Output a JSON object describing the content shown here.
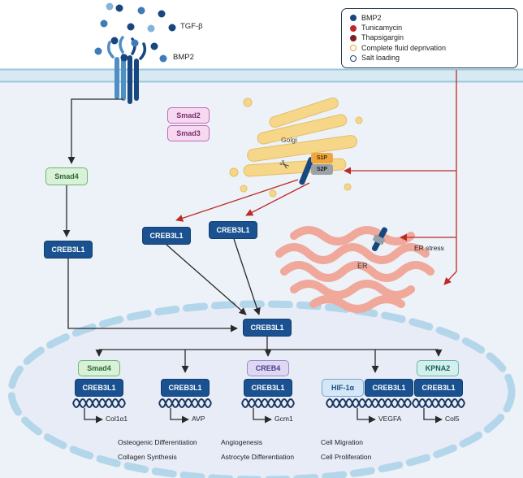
{
  "legend": {
    "items": [
      {
        "label": "BMP2",
        "type": "filled",
        "color": "#17477e"
      },
      {
        "label": "Tunicamycin",
        "type": "filled",
        "color": "#c2262b"
      },
      {
        "label": "Thapsigargin",
        "type": "filled",
        "color": "#7c211c"
      },
      {
        "label": "Complete fluid deprivation",
        "type": "open",
        "color": "#e2a33c"
      },
      {
        "label": "Salt loading",
        "type": "open",
        "color": "#17477e"
      }
    ]
  },
  "ligands": {
    "tgfb": "TGF-β",
    "bmp2": "BMP2"
  },
  "organelles": {
    "golgi": "Golgi",
    "er": "ER",
    "er_stress": "ER stress",
    "s1p": "S1P",
    "s2p": "S2P"
  },
  "proteins": {
    "smad2": "Smad2",
    "smad3": "Smad3",
    "smad4": "Smad4",
    "creb3l1": "CREB3L1"
  },
  "nucleus": {
    "central": "CREB3L1",
    "complexes": [
      {
        "partner": "Smad4",
        "tf": "CREB3L1",
        "gene": "Col1α1"
      },
      {
        "partner": "",
        "tf": "CREB3L1",
        "gene": "AVP"
      },
      {
        "partner": "CREB4",
        "tf": "CREB3L1",
        "gene": "Gcm1"
      },
      {
        "partner": "HIF-1α",
        "tf": "CREB3L1",
        "gene": "VEGFA"
      },
      {
        "partner": "KPNA2",
        "tf": "CREB3L1",
        "gene": "Col5"
      }
    ],
    "outcomes": [
      {
        "line1": "Osteogenic Differentiation",
        "line2": "Collagen Synthesis"
      },
      {
        "line1": "Angiogenesis",
        "line2": "Astrocyte Differentiation"
      },
      {
        "line1": "Cell Migration",
        "line2": "Cell Proliferation"
      }
    ]
  },
  "colors": {
    "tf_blue": "#1a5190",
    "arrow_black": "#2a2a2a",
    "arrow_red": "#bd2b25",
    "membrane": "#d7e9f3",
    "cytoplasm": "#edf1f8",
    "nucleus_fill": "#e7ecf7",
    "nucleus_border": "#b3d6ea",
    "golgi": "#f6d78a",
    "er": "#f0a89a",
    "dot_dark": "#17477e",
    "dot_mid": "#3d7cb8"
  }
}
